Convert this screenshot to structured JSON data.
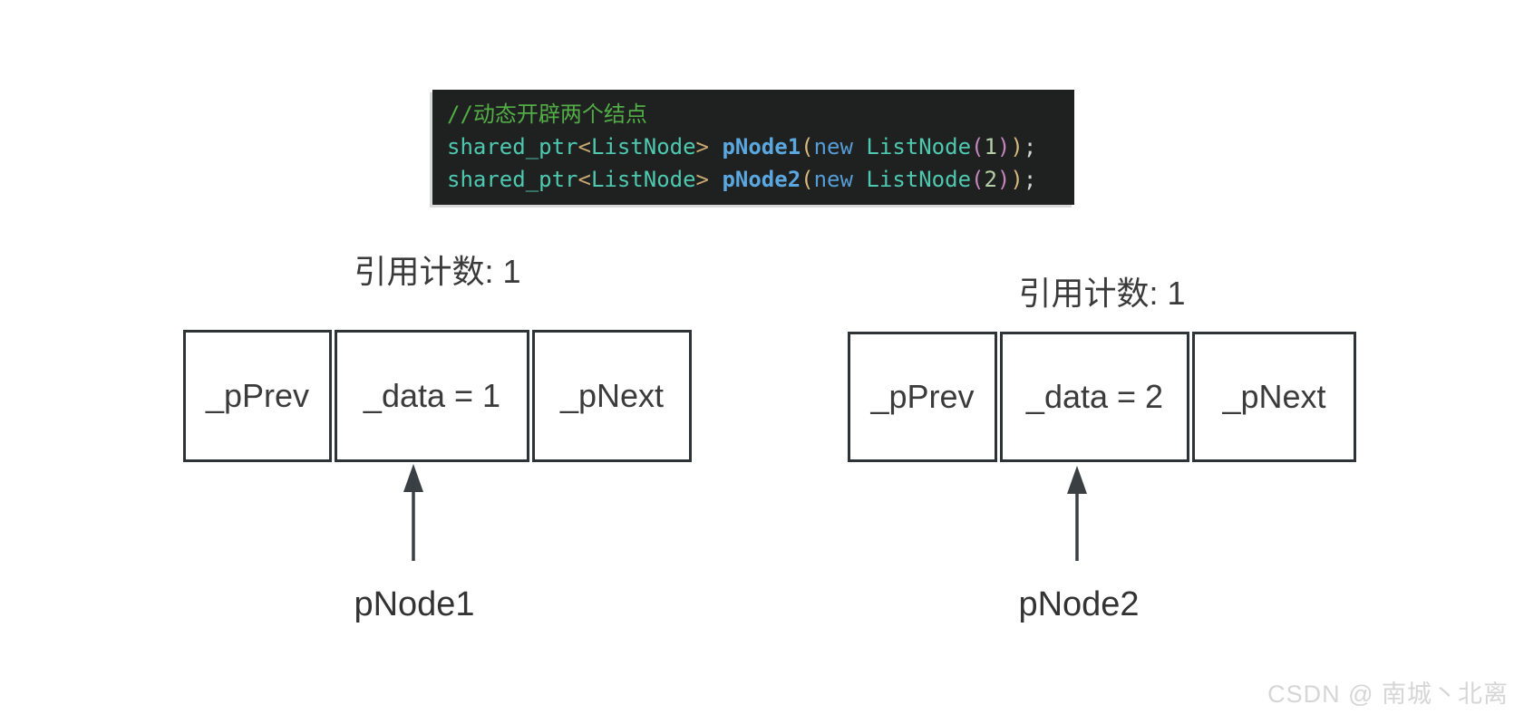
{
  "palette": {
    "page_background": "#ffffff",
    "box_border": "#2e3338",
    "diagram_text": "#3b3b3b",
    "arrow_color": "#3a3f44",
    "code_background": "#1f2020",
    "watermark_color": "#d6d6d6",
    "code_colors": {
      "comment": "#53ad47",
      "type": "#4ec9b0",
      "angle": "#c9a872",
      "variable": "#5ba7e0",
      "keyword": "#569cd6",
      "paren_outer": "#d7ba7d",
      "paren_inner": "#c586c0",
      "number": "#b5cea8",
      "plain": "#d4d4d4"
    }
  },
  "code_block": {
    "lines": [
      {
        "tokens": [
          [
            "//动态开辟两个结点",
            "comment"
          ]
        ]
      },
      {
        "tokens": [
          [
            "shared_ptr",
            "type"
          ],
          [
            "<",
            "angle"
          ],
          [
            "ListNode",
            "type"
          ],
          [
            ">",
            "angle"
          ],
          [
            " ",
            "plain"
          ],
          [
            "pNode1",
            "variable"
          ],
          [
            "(",
            "paren_outer"
          ],
          [
            "new",
            "keyword"
          ],
          [
            " ",
            "plain"
          ],
          [
            "ListNode",
            "type"
          ],
          [
            "(",
            "paren_inner"
          ],
          [
            "1",
            "number"
          ],
          [
            ")",
            "paren_inner"
          ],
          [
            ")",
            "paren_outer"
          ],
          [
            ";",
            "plain"
          ]
        ]
      },
      {
        "tokens": [
          [
            "shared_ptr",
            "type"
          ],
          [
            "<",
            "angle"
          ],
          [
            "ListNode",
            "type"
          ],
          [
            ">",
            "angle"
          ],
          [
            " ",
            "plain"
          ],
          [
            "pNode2",
            "variable"
          ],
          [
            "(",
            "paren_outer"
          ],
          [
            "new",
            "keyword"
          ],
          [
            " ",
            "plain"
          ],
          [
            "ListNode",
            "type"
          ],
          [
            "(",
            "paren_inner"
          ],
          [
            "2",
            "number"
          ],
          [
            ")",
            "paren_inner"
          ],
          [
            ")",
            "paren_outer"
          ],
          [
            ";",
            "plain"
          ]
        ]
      }
    ]
  },
  "nodes": [
    {
      "ref_count_label": "引用计数: 1",
      "cells": [
        "_pPrev",
        "_data = 1",
        "_pNext"
      ],
      "pointer_label": "pNode1"
    },
    {
      "ref_count_label": "引用计数: 1",
      "cells": [
        "_pPrev",
        "_data = 2",
        "_pNext"
      ],
      "pointer_label": "pNode2"
    }
  ],
  "watermark": "CSDN @ 南城丶北离"
}
